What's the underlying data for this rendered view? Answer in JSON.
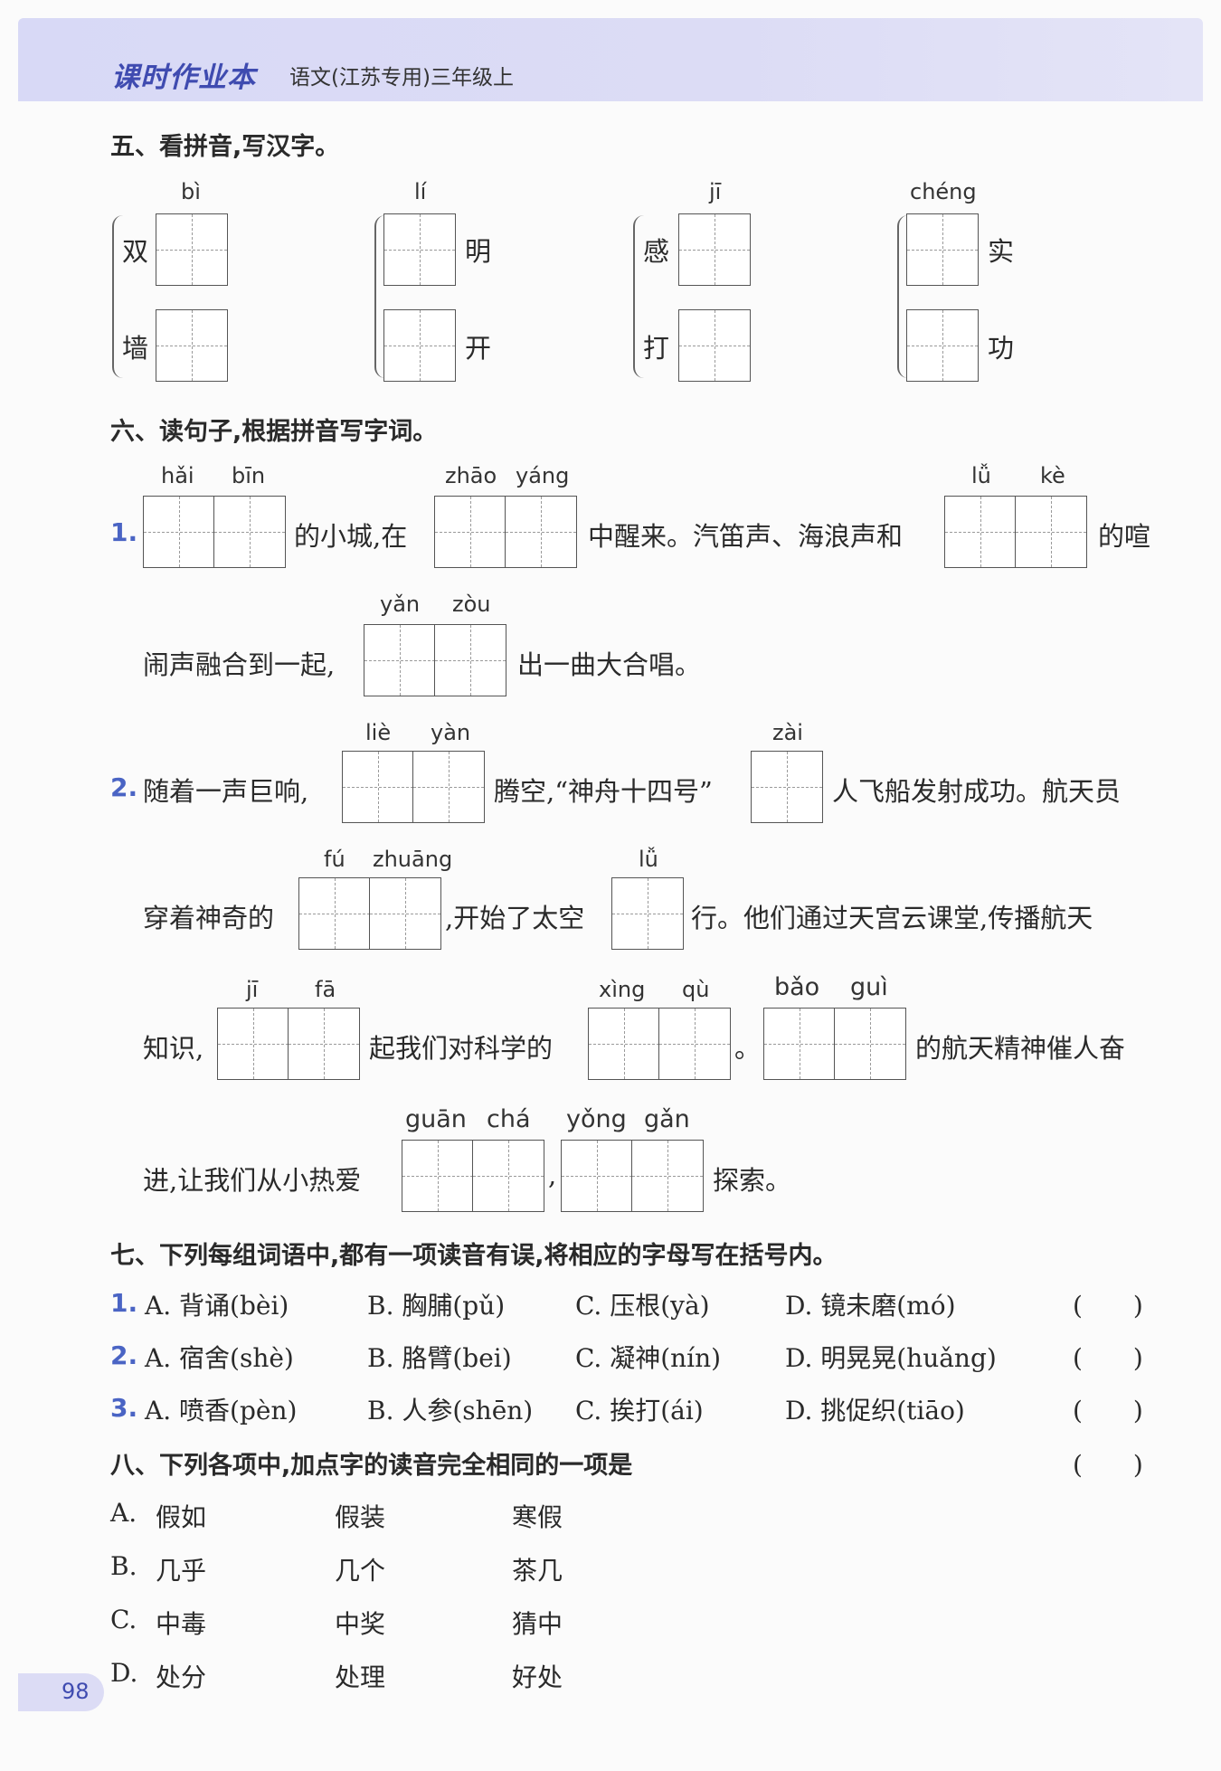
{
  "header": {
    "title": "课时作业本",
    "subtitle": "语文(江苏专用)三年级上"
  },
  "s5": {
    "title": "五、看拼音,写汉字。",
    "groups": [
      {
        "pinyin": "bì",
        "w1": "双",
        "w2": "墙"
      },
      {
        "pinyin": "lí",
        "w1": "明",
        "w2": "开"
      },
      {
        "pinyin": "jī",
        "w1": "感",
        "w2": "打"
      },
      {
        "pinyin": "chéng",
        "w1": "实",
        "w2": "功"
      }
    ]
  },
  "s6": {
    "title": "六、读句子,根据拼音写字词。",
    "q1": {
      "num": "1.",
      "py": [
        "hǎi",
        "bīn",
        "zhāo",
        "yáng",
        "lǚ",
        "kè",
        "yǎn",
        "zòu"
      ],
      "txt": [
        "的小城,在",
        "中醒来。汽笛声、海浪声和",
        "的喧",
        "闹声融合到一起,",
        "出一曲大合唱。"
      ]
    },
    "q2": {
      "num": "2.",
      "py": [
        "liè",
        "yàn",
        "zài",
        "fú",
        "zhuāng",
        "lǚ",
        "jī",
        "fā",
        "xìng",
        "qù",
        "bǎo",
        "guì",
        "guān",
        "chá",
        "yǒng",
        "gǎn"
      ],
      "txt": [
        "随着一声巨响,",
        "腾空,“神舟十四号”",
        "人飞船发射成功。航天员",
        "穿着神奇的",
        ",开始了太空",
        "行。他们通过天宫云课堂,传播航天",
        "知识,",
        "起我们对科学的",
        "。",
        "的航天精神催人奋",
        "进,让我们从小热爱",
        ",",
        "探索。"
      ]
    }
  },
  "s7": {
    "title": "七、下列每组词语中,都有一项读音有误,将相应的字母写在括号内。",
    "items": [
      {
        "num": "1.",
        "a": "A. 背诵(bèi)",
        "b": "B. 胸脯(pǔ)",
        "c": "C. 压根(yà)",
        "d": "D. 镜未磨(mó)"
      },
      {
        "num": "2.",
        "a": "A. 宿舍(shè)",
        "b": "B. 胳臂(bei)",
        "c": "C. 凝神(nín)",
        "d": "D. 明晃晃(huǎng)"
      },
      {
        "num": "3.",
        "a": "A. 喷香(pèn)",
        "b": "B. 人参(shēn)",
        "c": "C. 挨打(ái)",
        "d": "D. 挑促织(tiāo)"
      }
    ],
    "paren": "(　　)"
  },
  "s8": {
    "title": "八、下列各项中,加点字的读音完全相同的一项是",
    "rows": [
      {
        "label": "A.",
        "w": [
          "假如",
          "假装",
          "寒假"
        ]
      },
      {
        "label": "B.",
        "w": [
          "几乎",
          "几个",
          "茶几"
        ]
      },
      {
        "label": "C.",
        "w": [
          "中毒",
          "中奖",
          "猜中"
        ]
      },
      {
        "label": "D.",
        "w": [
          "处分",
          "处理",
          "好处"
        ]
      }
    ]
  },
  "page_number": "98"
}
